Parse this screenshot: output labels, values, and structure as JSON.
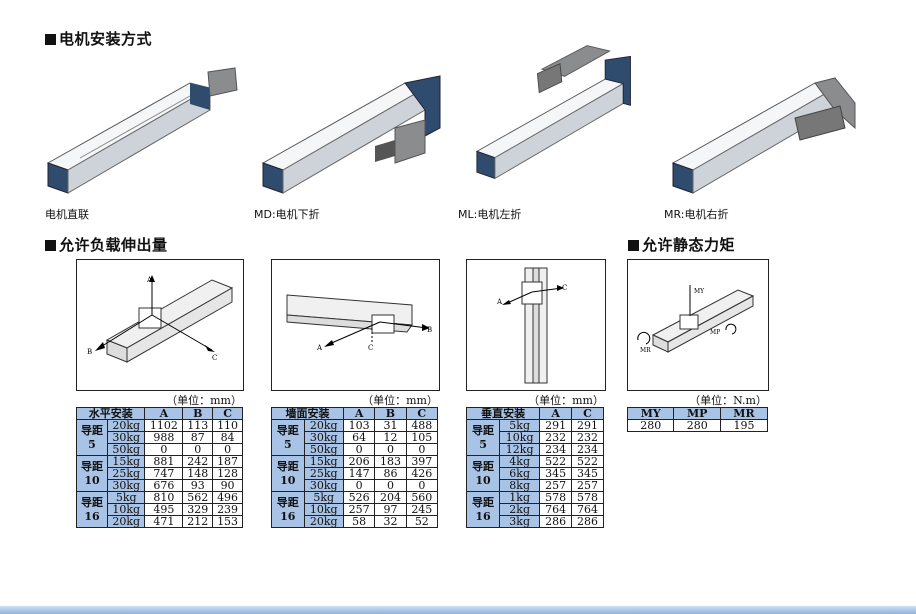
{
  "section1_title": "电机安装方式",
  "section2_title": "允许负载伸出量",
  "section3_title": "允许静态力矩",
  "mount_labels": [
    "电机直联",
    "MD:电机下折",
    "ML:电机左折",
    "MR:电机右折"
  ],
  "unit_mm": "（单位：mm）",
  "unit_nm": "（单位：N.m）",
  "fig_labels": {
    "a": "A",
    "b": "B",
    "c": "C",
    "my": "MY",
    "mp": "MP",
    "mr": "MR"
  },
  "tables": {
    "horizontal": {
      "header": [
        "水平安装",
        "A",
        "B",
        "C"
      ],
      "groups": [
        {
          "name": "导距",
          "num": "5",
          "rows": [
            [
              "20kg",
              "1102",
              "113",
              "110"
            ],
            [
              "30kg",
              "988",
              "87",
              "84"
            ],
            [
              "50kg",
              "0",
              "0",
              "0"
            ]
          ]
        },
        {
          "name": "导距",
          "num": "10",
          "rows": [
            [
              "15kg",
              "881",
              "242",
              "187"
            ],
            [
              "25kg",
              "747",
              "148",
              "128"
            ],
            [
              "30kg",
              "676",
              "93",
              "90"
            ]
          ]
        },
        {
          "name": "导距",
          "num": "16",
          "rows": [
            [
              "5kg",
              "810",
              "562",
              "496"
            ],
            [
              "10kg",
              "495",
              "329",
              "239"
            ],
            [
              "20kg",
              "471",
              "212",
              "153"
            ]
          ]
        }
      ]
    },
    "wall": {
      "header": [
        "墙面安装",
        "A",
        "B",
        "C"
      ],
      "groups": [
        {
          "name": "导距",
          "num": "5",
          "rows": [
            [
              "20kg",
              "103",
              "31",
              "488"
            ],
            [
              "30kg",
              "64",
              "12",
              "105"
            ],
            [
              "50kg",
              "0",
              "0",
              "0"
            ]
          ]
        },
        {
          "name": "导距",
          "num": "10",
          "rows": [
            [
              "15kg",
              "206",
              "183",
              "397"
            ],
            [
              "25kg",
              "147",
              "86",
              "426"
            ],
            [
              "30kg",
              "0",
              "0",
              "0"
            ]
          ]
        },
        {
          "name": "导距",
          "num": "16",
          "rows": [
            [
              "5kg",
              "526",
              "204",
              "560"
            ],
            [
              "10kg",
              "257",
              "97",
              "245"
            ],
            [
              "20kg",
              "58",
              "32",
              "52"
            ]
          ]
        }
      ]
    },
    "vertical": {
      "header": [
        "垂直安装",
        "A",
        "C"
      ],
      "groups": [
        {
          "name": "导距",
          "num": "5",
          "rows": [
            [
              "5kg",
              "291",
              "291"
            ],
            [
              "10kg",
              "232",
              "232"
            ],
            [
              "12kg",
              "234",
              "234"
            ]
          ]
        },
        {
          "name": "导距",
          "num": "10",
          "rows": [
            [
              "4kg",
              "522",
              "522"
            ],
            [
              "6kg",
              "345",
              "345"
            ],
            [
              "8kg",
              "257",
              "257"
            ]
          ]
        },
        {
          "name": "导距",
          "num": "16",
          "rows": [
            [
              "1kg",
              "578",
              "578"
            ],
            [
              "2kg",
              "764",
              "764"
            ],
            [
              "3kg",
              "286",
              "286"
            ]
          ]
        }
      ]
    },
    "moment": {
      "header": [
        "MY",
        "MP",
        "MR"
      ],
      "row": [
        "280",
        "280",
        "195"
      ]
    }
  }
}
